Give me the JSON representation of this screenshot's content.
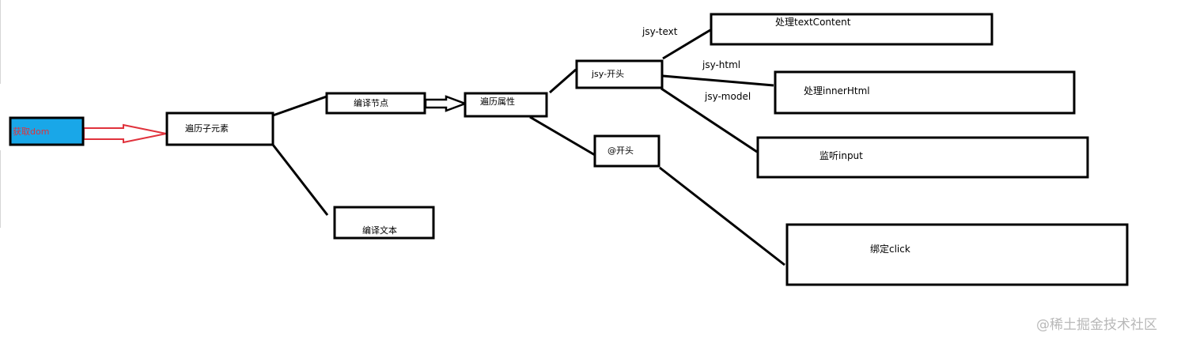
{
  "nodes": {
    "get_dom": "获取dom",
    "traverse_children": "遍历子元素",
    "compile_node": "编译节点",
    "compile_text": "编译文本",
    "traverse_attrs": "遍历属性",
    "jsy_prefix": "jsy-开头",
    "at_prefix": "@开头",
    "handle_textcontent": "处理textContent",
    "handle_innerhtml": "处理innerHtml",
    "listen_input": "监听input",
    "bind_click": "绑定click"
  },
  "edge_labels": {
    "jsy_text": "jsy-text",
    "jsy_html": "jsy-html",
    "jsy_model": "jsy-model"
  },
  "colors": {
    "start_fill": "#19a7e8",
    "start_text": "#e0323c",
    "hollow_arrow_red": "#e0323c",
    "line": "#000000"
  },
  "watermark": "@稀土掘金技术社区"
}
